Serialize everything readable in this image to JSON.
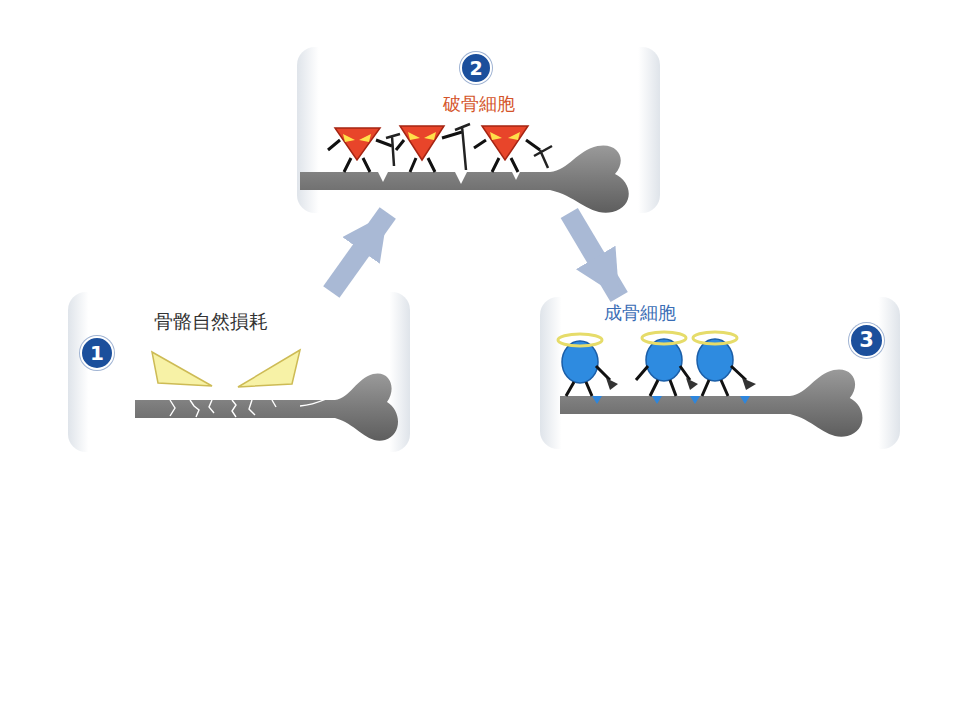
{
  "diagram": {
    "nodes": [
      {
        "text": [
          "1",
          "骨骼自然損耗"
        ]
      },
      {
        "text": [
          "2",
          "破骨細胞"
        ]
      },
      {
        "text": [
          "3",
          "成骨細胞"
        ]
      }
    ],
    "edges": [
      {
        "from": 0,
        "to": 1,
        "arrow": "to"
      },
      {
        "from": 1,
        "to": 2,
        "arrow": "to"
      }
    ]
  }
}
